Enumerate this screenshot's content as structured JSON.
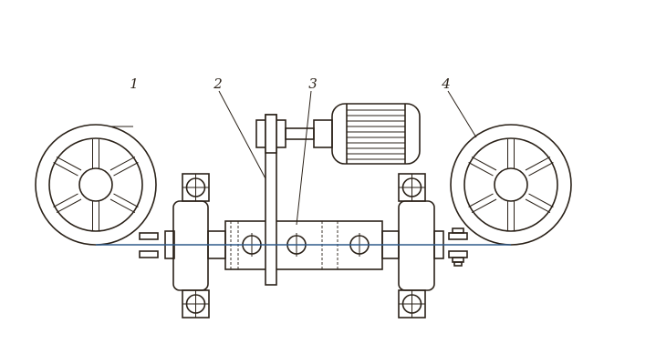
{
  "callouts": [
    {
      "label": "1"
    },
    {
      "label": "2"
    },
    {
      "label": "3"
    },
    {
      "label": "4"
    }
  ],
  "colors": {
    "line": "#2a2118",
    "strip": "#2f5a8a",
    "background": "#ffffff"
  }
}
